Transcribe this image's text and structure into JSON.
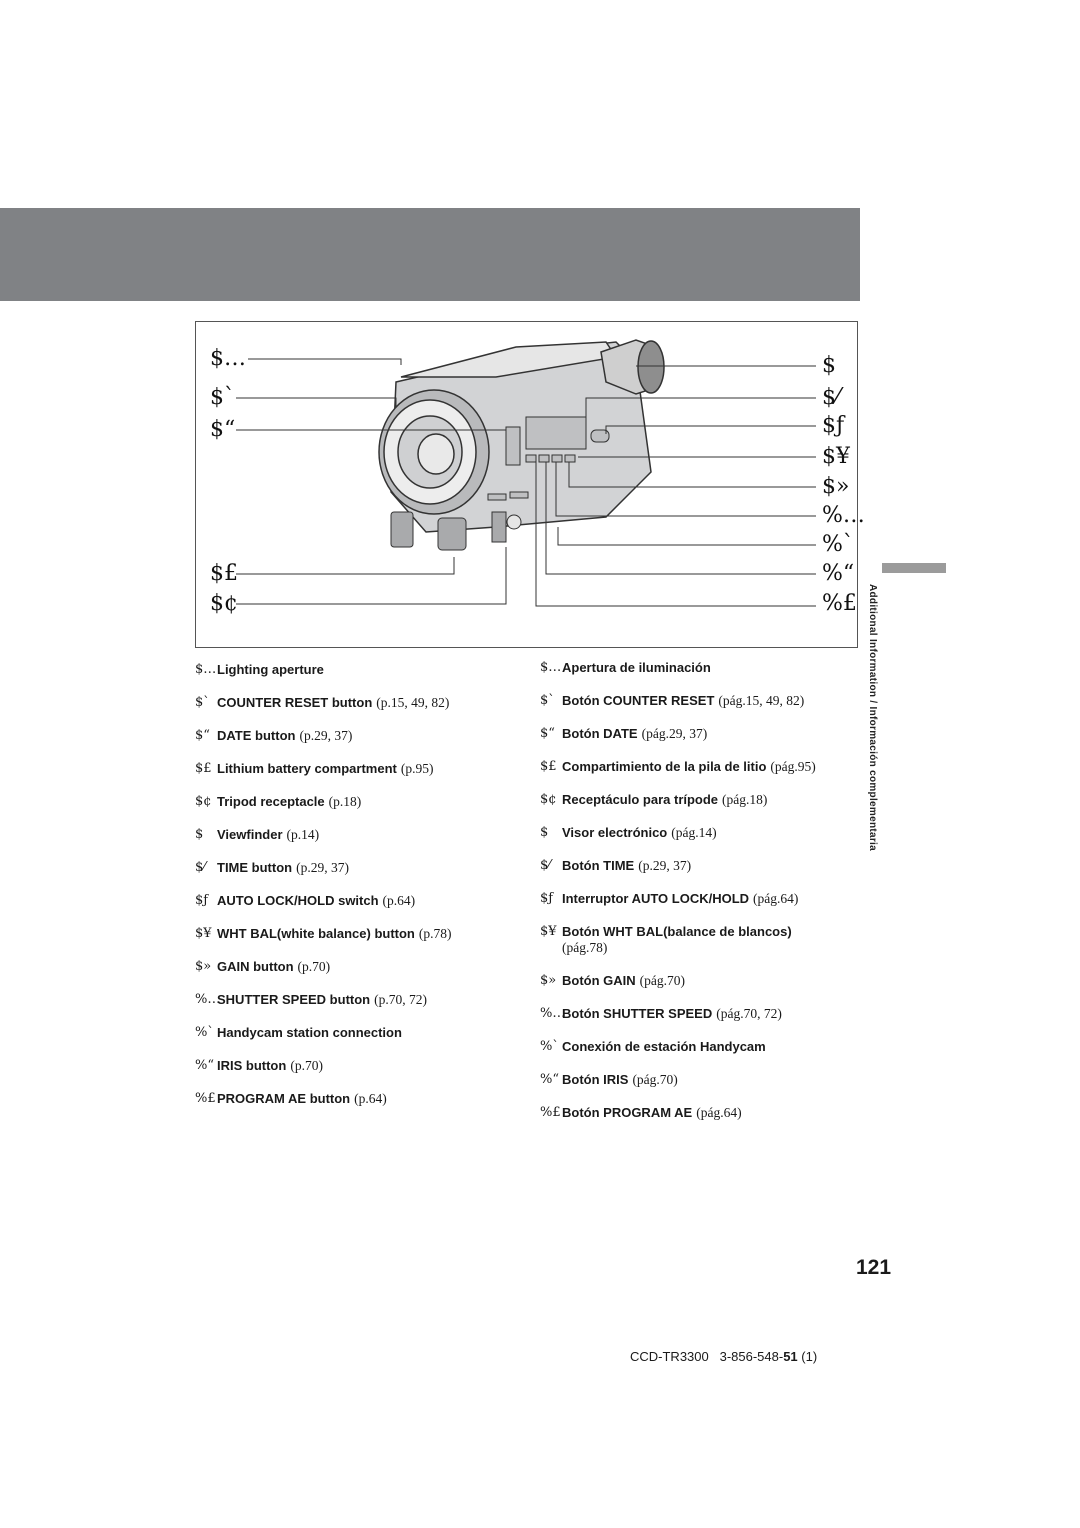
{
  "colors": {
    "header_band": "#808285",
    "side_tab": "#9b9b9b",
    "diagram_fill": "#d2d3d5",
    "diagram_line": "#333333"
  },
  "side_label": "Additional Information / Información complementaria",
  "diagram": {
    "callouts_left": [
      "$…",
      "$`",
      "$“",
      "$£",
      "$¢"
    ],
    "callouts_right": [
      "$",
      "$⁄",
      "$ƒ",
      "$¥",
      "$»",
      "%…",
      "%`",
      "%“",
      "%£"
    ]
  },
  "legend_en": [
    {
      "sym": "$…",
      "name": "Lighting aperture",
      "ref": ""
    },
    {
      "sym": "$`",
      "name": "COUNTER RESET button",
      "ref": "(p.15, 49, 82)"
    },
    {
      "sym": "$“",
      "name": "DATE button",
      "ref": "(p.29, 37)"
    },
    {
      "sym": "$£",
      "name": "Lithium battery compartment",
      "ref": "(p.95)"
    },
    {
      "sym": "$¢",
      "name": "Tripod receptacle",
      "ref": "(p.18)"
    },
    {
      "sym": "$",
      "name": "Viewfinder",
      "ref": "(p.14)"
    },
    {
      "sym": "$⁄",
      "name": "TIME button",
      "ref": "(p.29, 37)"
    },
    {
      "sym": "$ƒ",
      "name": "AUTO LOCK/HOLD switch",
      "ref": "(p.64)"
    },
    {
      "sym": "$¥",
      "name": "WHT BAL(white balance) button",
      "ref": "(p.78)"
    },
    {
      "sym": "$»",
      "name": "GAIN button",
      "ref": "(p.70)"
    },
    {
      "sym": "%…",
      "name": "SHUTTER SPEED button",
      "ref": "(p.70, 72)"
    },
    {
      "sym": "%`",
      "name": "Handycam station connection",
      "ref": ""
    },
    {
      "sym": "%“",
      "name": "IRIS button",
      "ref": "(p.70)"
    },
    {
      "sym": "%£",
      "name": "PROGRAM AE button",
      "ref": "(p.64)"
    }
  ],
  "legend_es": [
    {
      "sym": "$…",
      "name": "Apertura de iluminación",
      "ref": ""
    },
    {
      "sym": "$`",
      "name": "Botón COUNTER RESET",
      "ref": "(pág.15, 49, 82)"
    },
    {
      "sym": "$“",
      "name": "Botón DATE",
      "ref": "(pág.29, 37)"
    },
    {
      "sym": "$£",
      "name": "Compartimiento de la pila de litio",
      "ref": "(pág.95)"
    },
    {
      "sym": "$¢",
      "name": "Receptáculo para trípode",
      "ref": "(pág.18)"
    },
    {
      "sym": "$",
      "name": "Visor electrónico",
      "ref": "(pág.14)"
    },
    {
      "sym": "$⁄",
      "name": "Botón TIME",
      "ref": "(p.29, 37)"
    },
    {
      "sym": "$ƒ",
      "name": "Interruptor AUTO LOCK/HOLD",
      "ref": "(pág.64)"
    },
    {
      "sym": "$¥",
      "name": "Botón WHT BAL(balance de blancos)",
      "ref": "(pág.78)"
    },
    {
      "sym": "$»",
      "name": "Botón GAIN",
      "ref": "(pág.70)"
    },
    {
      "sym": "%…",
      "name": "Botón SHUTTER SPEED",
      "ref": "(pág.70, 72)"
    },
    {
      "sym": "%`",
      "name": "Conexión de estación Handycam",
      "ref": ""
    },
    {
      "sym": "%“",
      "name": "Botón IRIS",
      "ref": "(pág.70)"
    },
    {
      "sym": "%£",
      "name": "Botón PROGRAM AE",
      "ref": "(pág.64)"
    }
  ],
  "page_number": "121",
  "footer": {
    "model": "CCD-TR3300",
    "serial_prefix": "3-856-548-",
    "serial_bold": "51",
    "serial_suffix": "(1)"
  }
}
